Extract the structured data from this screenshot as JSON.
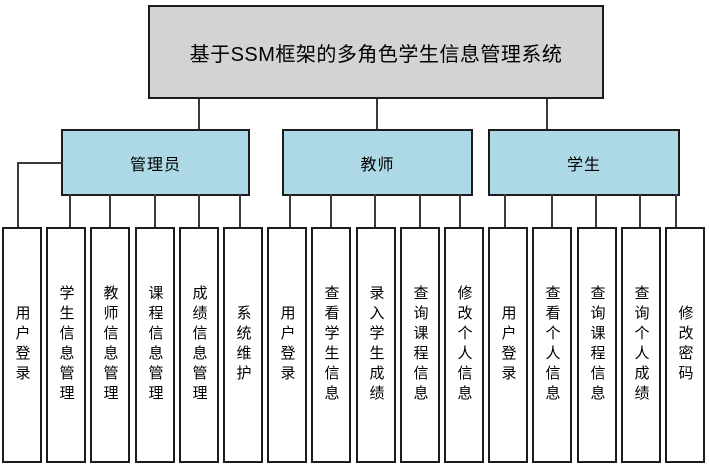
{
  "diagram": {
    "root_label": "基于SSM框架的多角色学生信息管理系统",
    "branches": [
      {
        "label": "管理员",
        "children": [
          "用户登录",
          "学生信息管理",
          "教师信息管理",
          "课程信息管理",
          "成绩信息管理",
          "系统维护"
        ]
      },
      {
        "label": "教师",
        "children": [
          "用户登录",
          "查看学生信息",
          "录入学生成绩",
          "查询课程信息",
          "修改个人信息"
        ]
      },
      {
        "label": "学生",
        "children": [
          "用户登录",
          "查看个人信息",
          "查询课程信息",
          "查询个人成绩",
          "修改密码"
        ]
      }
    ]
  },
  "colors": {
    "root_fill": "#d3d3d3",
    "branch_fill": "#add8e6",
    "leaf_fill": "#ffffff",
    "border_color": "#1c1c1c",
    "line_color": "#3a3a3a",
    "text_color": "#000000"
  }
}
